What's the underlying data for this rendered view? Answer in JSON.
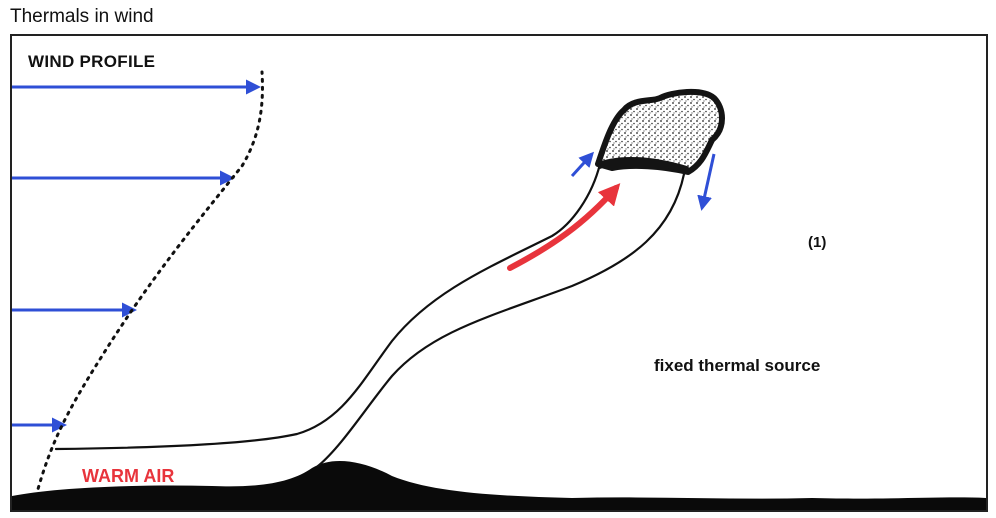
{
  "title": "Thermals in wind",
  "labels": {
    "wind_profile": "WIND PROFILE",
    "warm_air": "WARM AIR",
    "panel_number": "(1)",
    "source": "fixed thermal source"
  },
  "colors": {
    "wind_arrow": "#2f4fd6",
    "rising_arrow": "#e8343c",
    "warm_air_text": "#e8343c",
    "ground": "#0a0a0a",
    "cloud": "#141414"
  },
  "icons": [
    "wind-arrow",
    "rising-air-arrow",
    "thermal-bubble-cloud",
    "ground-hill"
  ]
}
